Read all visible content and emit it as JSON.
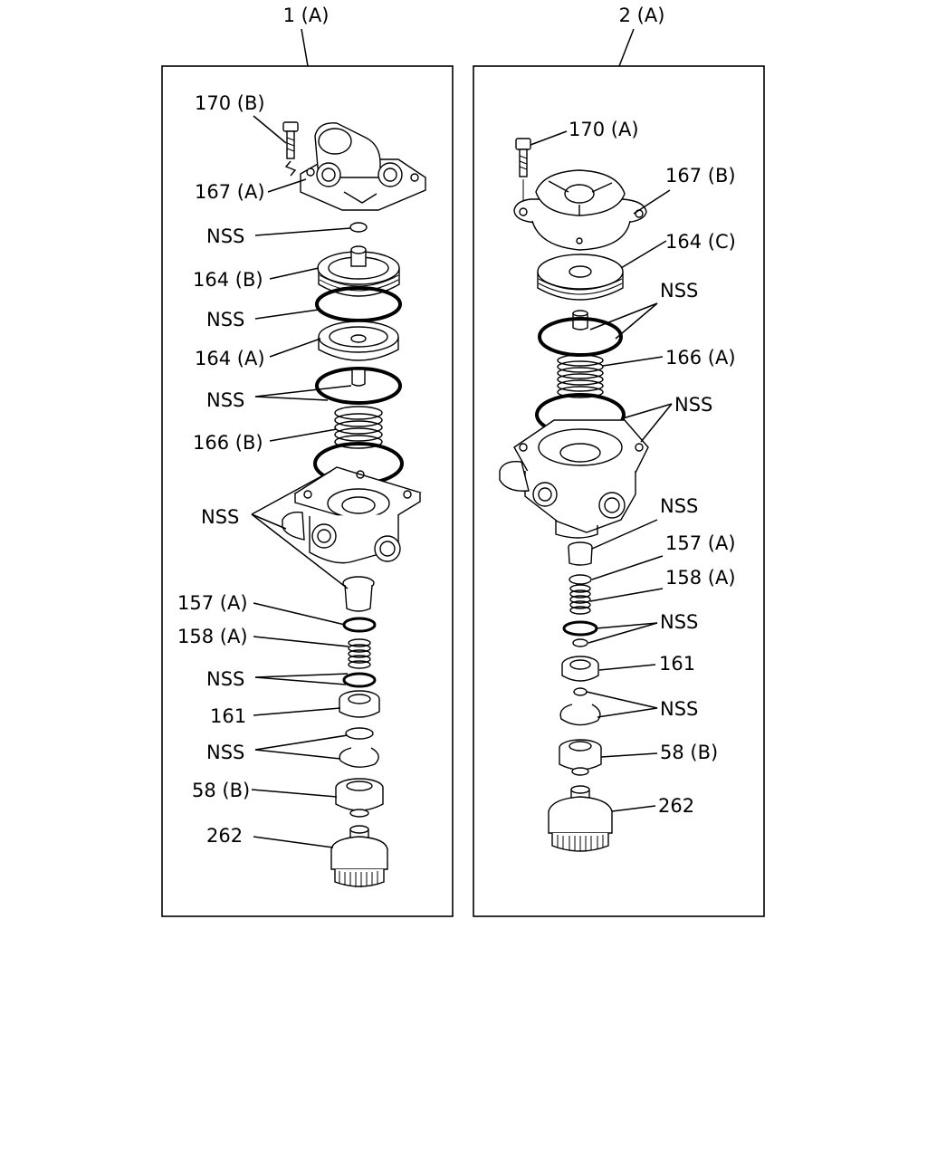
{
  "panels": [
    {
      "title": "1 (A)",
      "labels": {
        "bolt": "170 (B)",
        "cover": "167 (A)",
        "nss_oring_small": "NSS",
        "piston_upper": "164 (B)",
        "nss_ring_1": "NSS",
        "piston_lower": "164 (A)",
        "nss_ring_2": "NSS",
        "spring_main": "166 (B)",
        "nss_body": "NSS",
        "valve_seat": "157 (A)",
        "spring_valve": "158 (A)",
        "nss_small_rings": "NSS",
        "valve": "161",
        "nss_snap": "NSS",
        "plug": "58 (B)",
        "silencer": "262"
      }
    },
    {
      "title": "2 (A)",
      "labels": {
        "bolt": "170 (A)",
        "cover": "167 (B)",
        "piston": "164 (C)",
        "nss_ring_1": "NSS",
        "spring_main": "166 (A)",
        "nss_body": "NSS",
        "nss_seat": "NSS",
        "valve_seat": "157 (A)",
        "spring_valve": "158 (A)",
        "nss_small_rings": "NSS",
        "valve": "161",
        "nss_snap": "NSS",
        "plug": "58 (B)",
        "silencer": "262"
      }
    }
  ]
}
